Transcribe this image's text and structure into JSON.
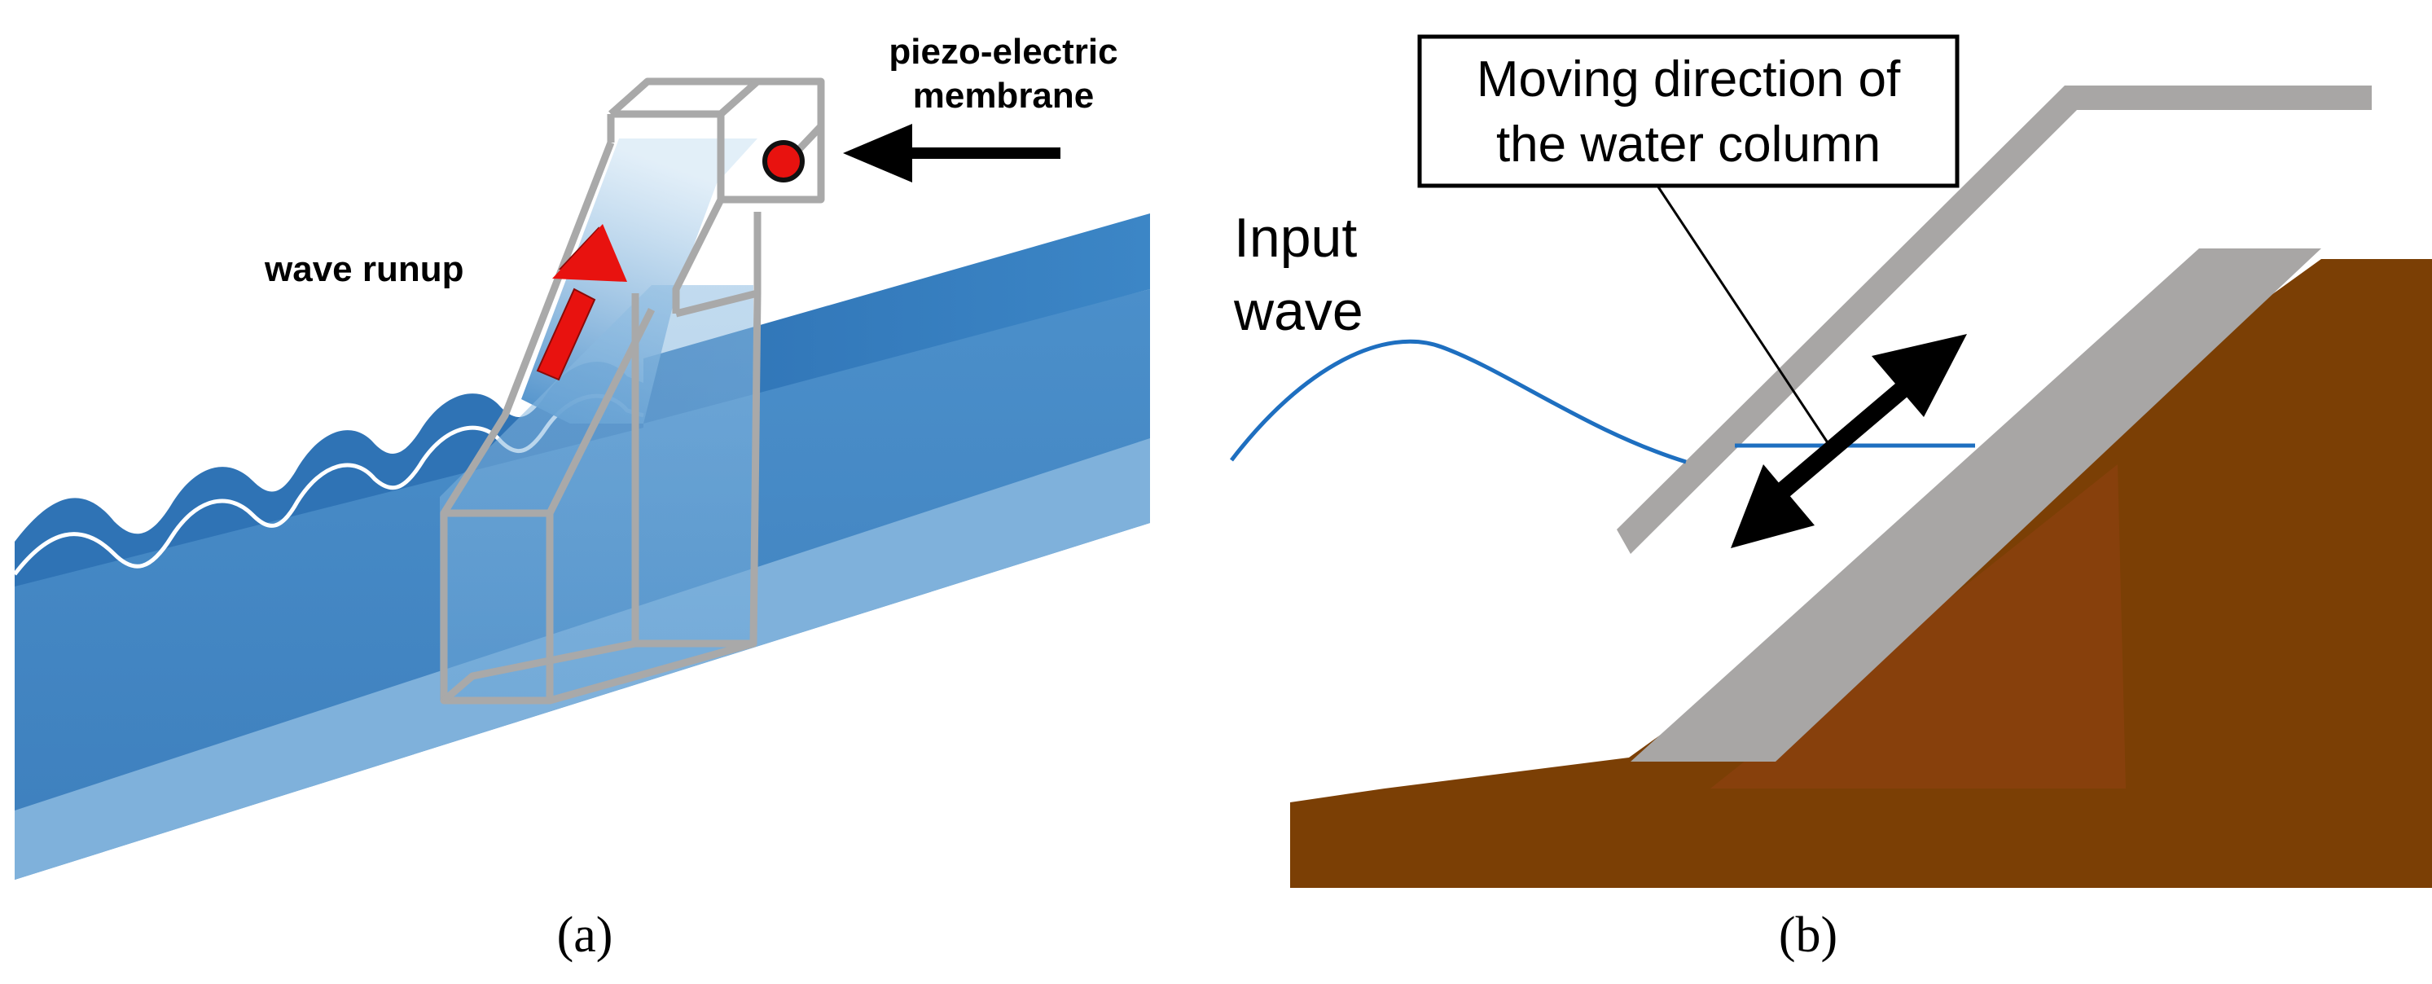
{
  "panel_a": {
    "label": "(a)",
    "membrane_label_line1": "piezo-electric",
    "membrane_label_line2": "membrane",
    "runup_label": "wave runup"
  },
  "panel_b": {
    "label": "(b)",
    "callout_line1": "Moving direction of",
    "callout_line2": "the water column",
    "input_wave_line1": "Input",
    "input_wave_line2": "wave"
  },
  "colors": {
    "water_top": "#3f86c4",
    "water_front": "#4a8cc6",
    "water_bottom_band": "#7fb0da",
    "frame_gray": "#a9a9a9",
    "arrow_red": "#e8120f",
    "soil_brown": "#7b3f05",
    "soil_brown_light": "#87400c",
    "slope_gray": "#a8a6a5",
    "wave_line_blue": "#1e6fc0",
    "black": "#000000"
  }
}
